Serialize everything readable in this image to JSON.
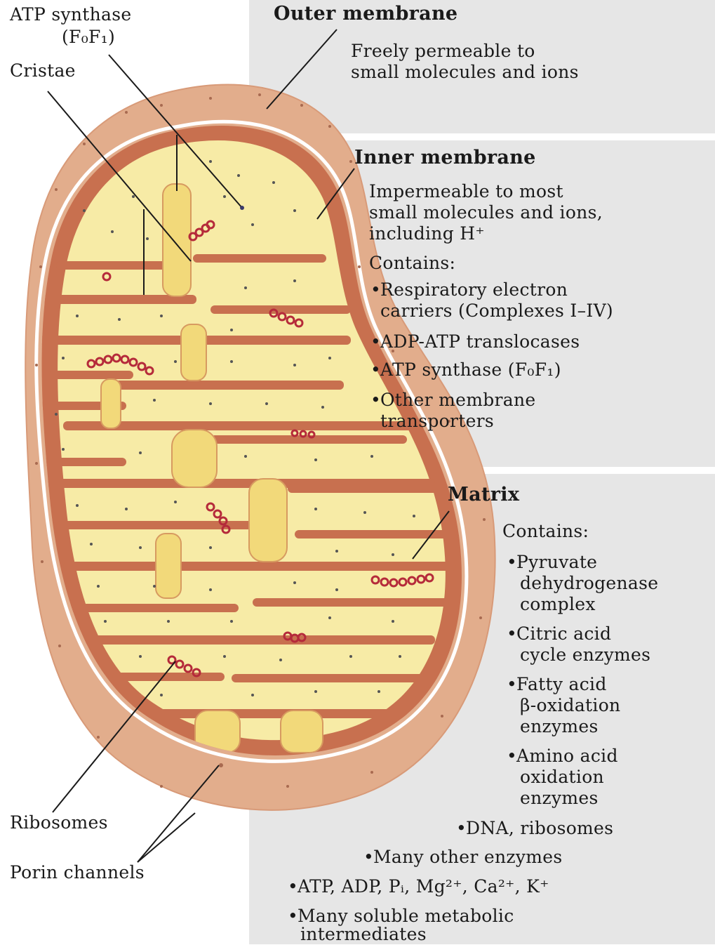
{
  "labels": {
    "atp_synthase_l1": "ATP synthase",
    "atp_synthase_l2": "(F₀F₁)",
    "cristae": "Cristae",
    "ribosomes": "Ribosomes",
    "porin_channels": "Porin channels"
  },
  "outer_membrane": {
    "heading": "Outer membrane",
    "lines": [
      "Freely permeable to",
      "small molecules and ions"
    ]
  },
  "inner_membrane": {
    "heading": "Inner membrane",
    "lines": [
      "Impermeable to most",
      "small molecules and ions,",
      "including H⁺"
    ],
    "contains": "Contains:",
    "items": [
      [
        "Respiratory electron",
        "carriers (Complexes I–IV)"
      ],
      [
        "ADP-ATP translocases"
      ],
      [
        "ATP synthase (F₀F₁)"
      ],
      [
        "Other membrane",
        "transporters"
      ]
    ]
  },
  "matrix": {
    "heading": "Matrix",
    "contains": "Contains:",
    "items": [
      [
        "Pyruvate",
        "dehydrogenase",
        "complex"
      ],
      [
        "Citric acid",
        "cycle enzymes"
      ],
      [
        "Fatty acid",
        "β-oxidation",
        "enzymes"
      ],
      [
        "Amino acid",
        "oxidation",
        "enzymes"
      ],
      [
        "DNA, ribosomes"
      ],
      [
        "Many other enzymes"
      ],
      [
        "ATP, ADP, Pᵢ, Mg²⁺, Ca²⁺, K⁺"
      ],
      [
        "Many soluble metabolic",
        "intermediates"
      ]
    ]
  },
  "bullet": "•",
  "colors": {
    "panel": "#e6e6e6",
    "outer_membrane": "#e2ad8c",
    "inner_membrane": "#c8704f",
    "matrix": "#f7eba6",
    "crista": "#f2d97a",
    "ribosome": "#b52a3a"
  }
}
